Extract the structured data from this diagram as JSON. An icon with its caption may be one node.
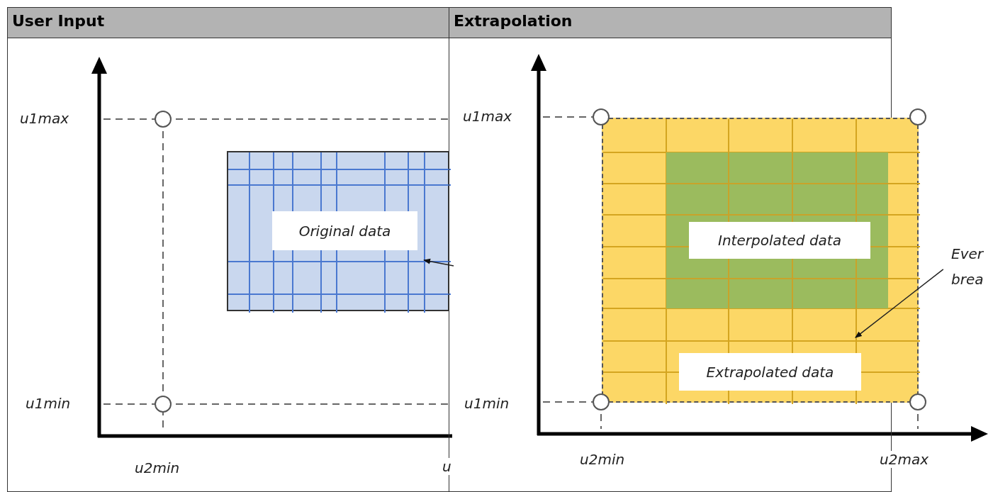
{
  "diagram": {
    "nodes": [
      {
        "text": [
          "User Input"
        ]
      },
      {
        "text": [
          "Extrapolation"
        ]
      },
      {
        "text": [
          "Original data"
        ],
        "in": 0
      },
      {
        "text": [
          "Extrapolated data"
        ],
        "in": 1
      },
      {
        "text": [
          "Interpolated data"
        ],
        "in": 3
      },
      {
        "text": [
          "Ever brea"
        ]
      }
    ],
    "edges": [
      {
        "from": null,
        "to": 2,
        "arrow": "to"
      },
      {
        "from": 5,
        "to": 3,
        "arrow": "to"
      }
    ],
    "labels": [
      "u1max",
      "u1min",
      "u2min",
      "u",
      "u1max",
      "u1min",
      "u2min",
      "u2max"
    ]
  }
}
